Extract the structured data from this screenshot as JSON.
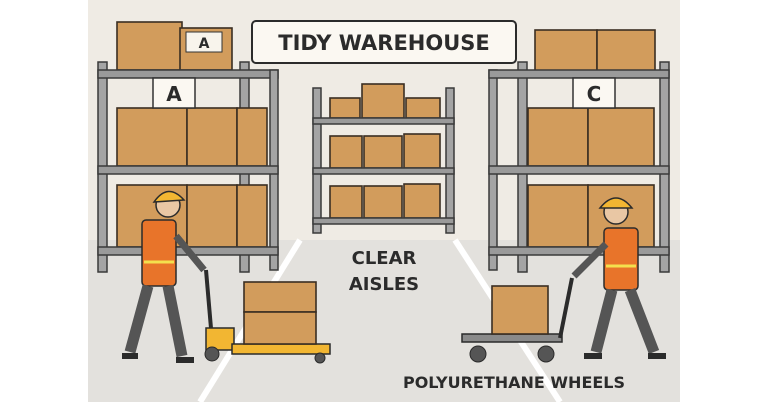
{
  "title": "TIDY WAREHOUSE",
  "aisle_labels": {
    "left": "A",
    "left_box": "A",
    "right": "C"
  },
  "center_caption": {
    "line1": "CLEAR",
    "line2": "AISLES"
  },
  "bottom_caption": "POLYURETHANE WHEELS",
  "colors": {
    "background": "#efebe4",
    "floor": "#e4e2de",
    "box": "#d29c5c",
    "vest": "#e8742a",
    "helmet": "#f2b632"
  }
}
